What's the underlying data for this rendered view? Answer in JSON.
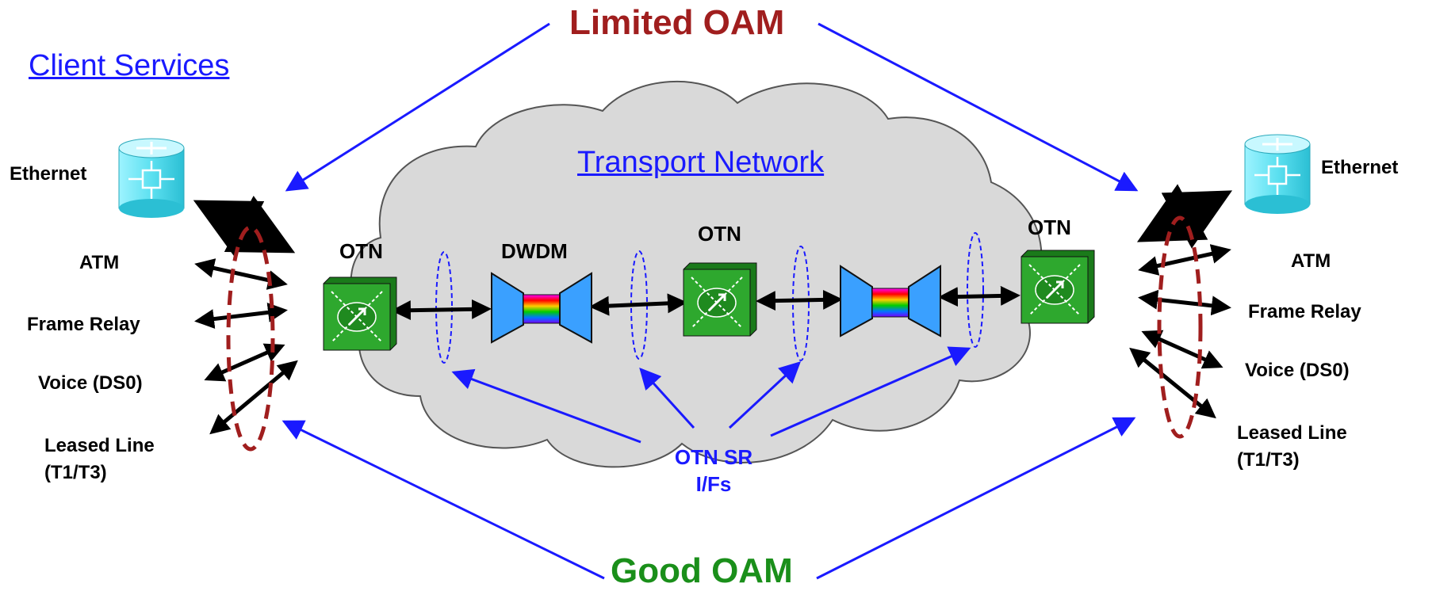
{
  "titles": {
    "limited_oam": "Limited OAM",
    "good_oam": "Good OAM",
    "client_services": "Client Services",
    "transport_network": "Transport Network"
  },
  "left_services": [
    "Ethernet",
    "ATM",
    "Frame Relay",
    "Voice (DS0)",
    "Leased Line\n(T1/T3)"
  ],
  "right_services": [
    "Ethernet",
    "ATM",
    "Frame Relay",
    "Voice (DS0)",
    "Leased Line\n(T1/T3)"
  ],
  "nodes": {
    "otn_left": "OTN",
    "dwdm": "DWDM",
    "otn_center": "OTN",
    "otn_right": "OTN"
  },
  "interfaces_label": "OTN SR\nI/Fs",
  "colors": {
    "limited": "#a01e1e",
    "good": "#1a8f1a",
    "link": "#1a1aff",
    "annot_arrow": "#1a1aff",
    "cloud": "#d9d9d9",
    "otn_box": "#2ea82e",
    "dwdm": "#3aa0ff",
    "router": "#5ce0f0",
    "ellipse_red": "#a01e1e"
  }
}
